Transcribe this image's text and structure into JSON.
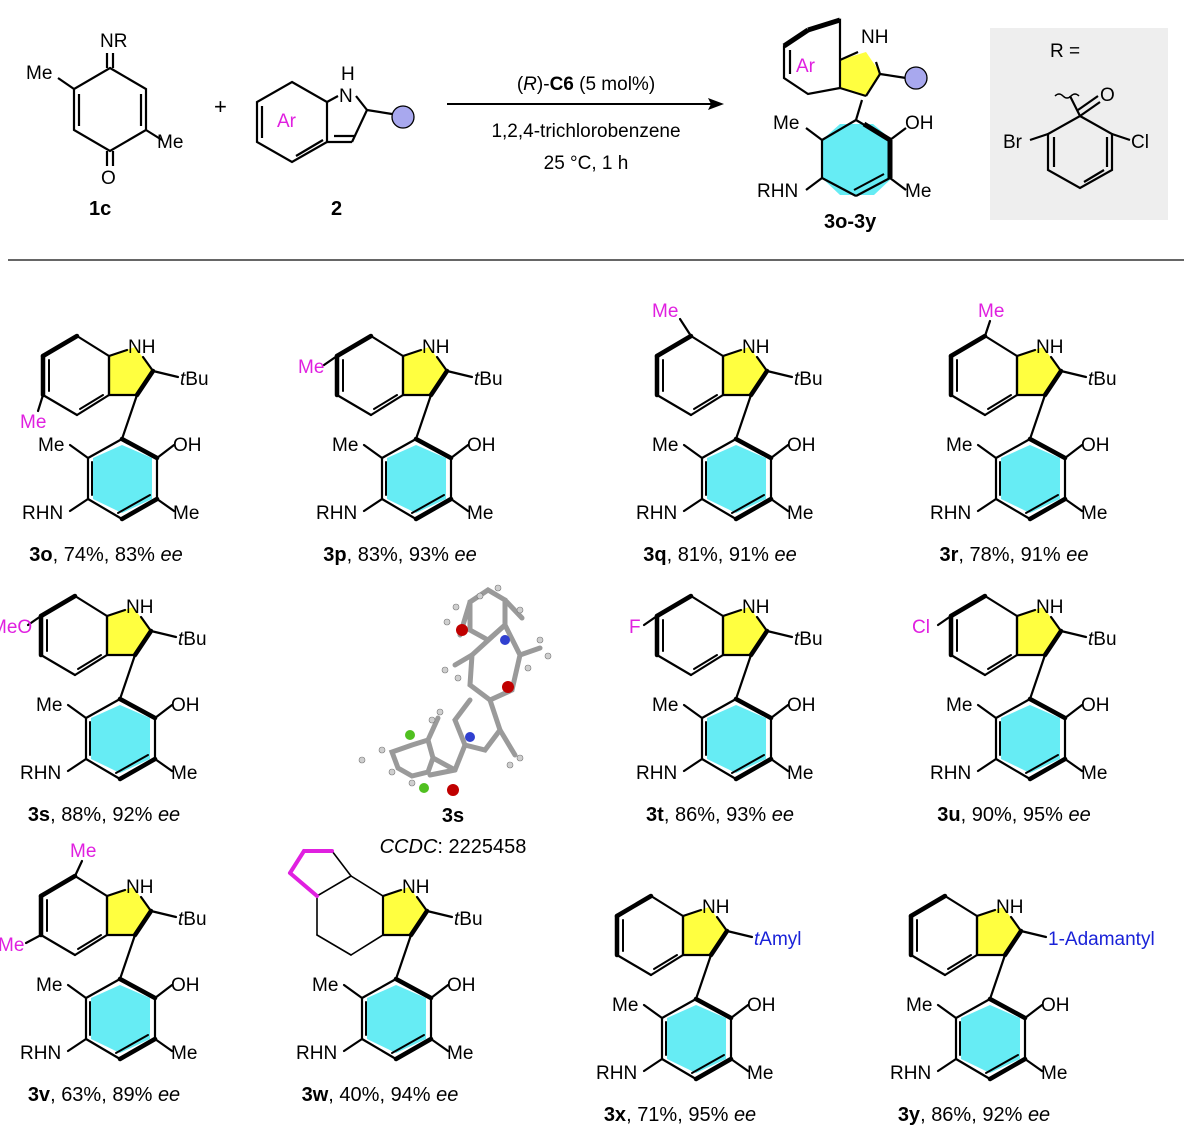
{
  "scheme": {
    "reactant1": {
      "label": "1c",
      "imine": "NR",
      "methyl_top": "Me",
      "methyl_right": "Me",
      "oxygen": "O"
    },
    "plus": "+",
    "reactant2": {
      "label": "2",
      "ar": "Ar",
      "nh_n": "N",
      "nh_h": "H"
    },
    "conditions": {
      "catalyst_prefix": "(",
      "catalyst_italic": "R",
      "catalyst_mid": ")-",
      "catalyst_bold": "C6",
      "catalyst_suffix": " (5 mol%)",
      "solvent": "1,2,4-trichlorobenzene",
      "temperature_time": "25 °C, 1 h"
    },
    "product": {
      "label": "3o-3y",
      "ar": "Ar",
      "nh": "NH",
      "oh": "OH",
      "me_left": "Me",
      "me_right": "Me",
      "rhn": "RHN"
    },
    "r_box": {
      "title": "R =",
      "oxygen": "O",
      "br": "Br",
      "cl": "Cl"
    }
  },
  "entries": [
    {
      "id": "3o",
      "yield": "74%",
      "ee": "83%",
      "sub": "Me",
      "group": "tBu"
    },
    {
      "id": "3p",
      "yield": "83%",
      "ee": "93%",
      "sub": "Me",
      "group": "tBu"
    },
    {
      "id": "3q",
      "yield": "81%",
      "ee": "91%",
      "sub": "Me",
      "group": "tBu"
    },
    {
      "id": "3r",
      "yield": "78%",
      "ee": "91%",
      "sub": "Me",
      "group": "tBu"
    },
    {
      "id": "3s",
      "yield": "88%",
      "ee": "92%",
      "sub": "MeO",
      "group": "tBu"
    },
    {
      "id": "3t",
      "yield": "86%",
      "ee": "93%",
      "sub": "F",
      "group": "tBu"
    },
    {
      "id": "3u",
      "yield": "90%",
      "ee": "95%",
      "sub": "Cl",
      "group": "tBu"
    },
    {
      "id": "3v",
      "yield": "63%",
      "ee": "89%",
      "sub": "Me",
      "sub2": "Me",
      "group": "tBu"
    },
    {
      "id": "3w",
      "yield": "40%",
      "ee": "94%",
      "group": "tBu"
    },
    {
      "id": "3x",
      "yield": "71%",
      "ee": "95%",
      "group": "tAmyl"
    },
    {
      "id": "3y",
      "yield": "86%",
      "ee": "92%",
      "group": "1-Adamantyl"
    }
  ],
  "xray": {
    "id": "3s",
    "ccdc_label": "CCDC",
    "ccdc_number": ": 2225458"
  },
  "common": {
    "nh": "NH",
    "oh": "OH",
    "me": "Me",
    "rhn": "RHN",
    "ee": "ee",
    "sep": ", "
  },
  "colors": {
    "magenta": "#e020e0",
    "blue": "#1a22d8",
    "yellow": "#ffff40",
    "cyan": "#66ecf4",
    "lavender": "#a8a8ee",
    "gray_box": "#eeeeee"
  }
}
